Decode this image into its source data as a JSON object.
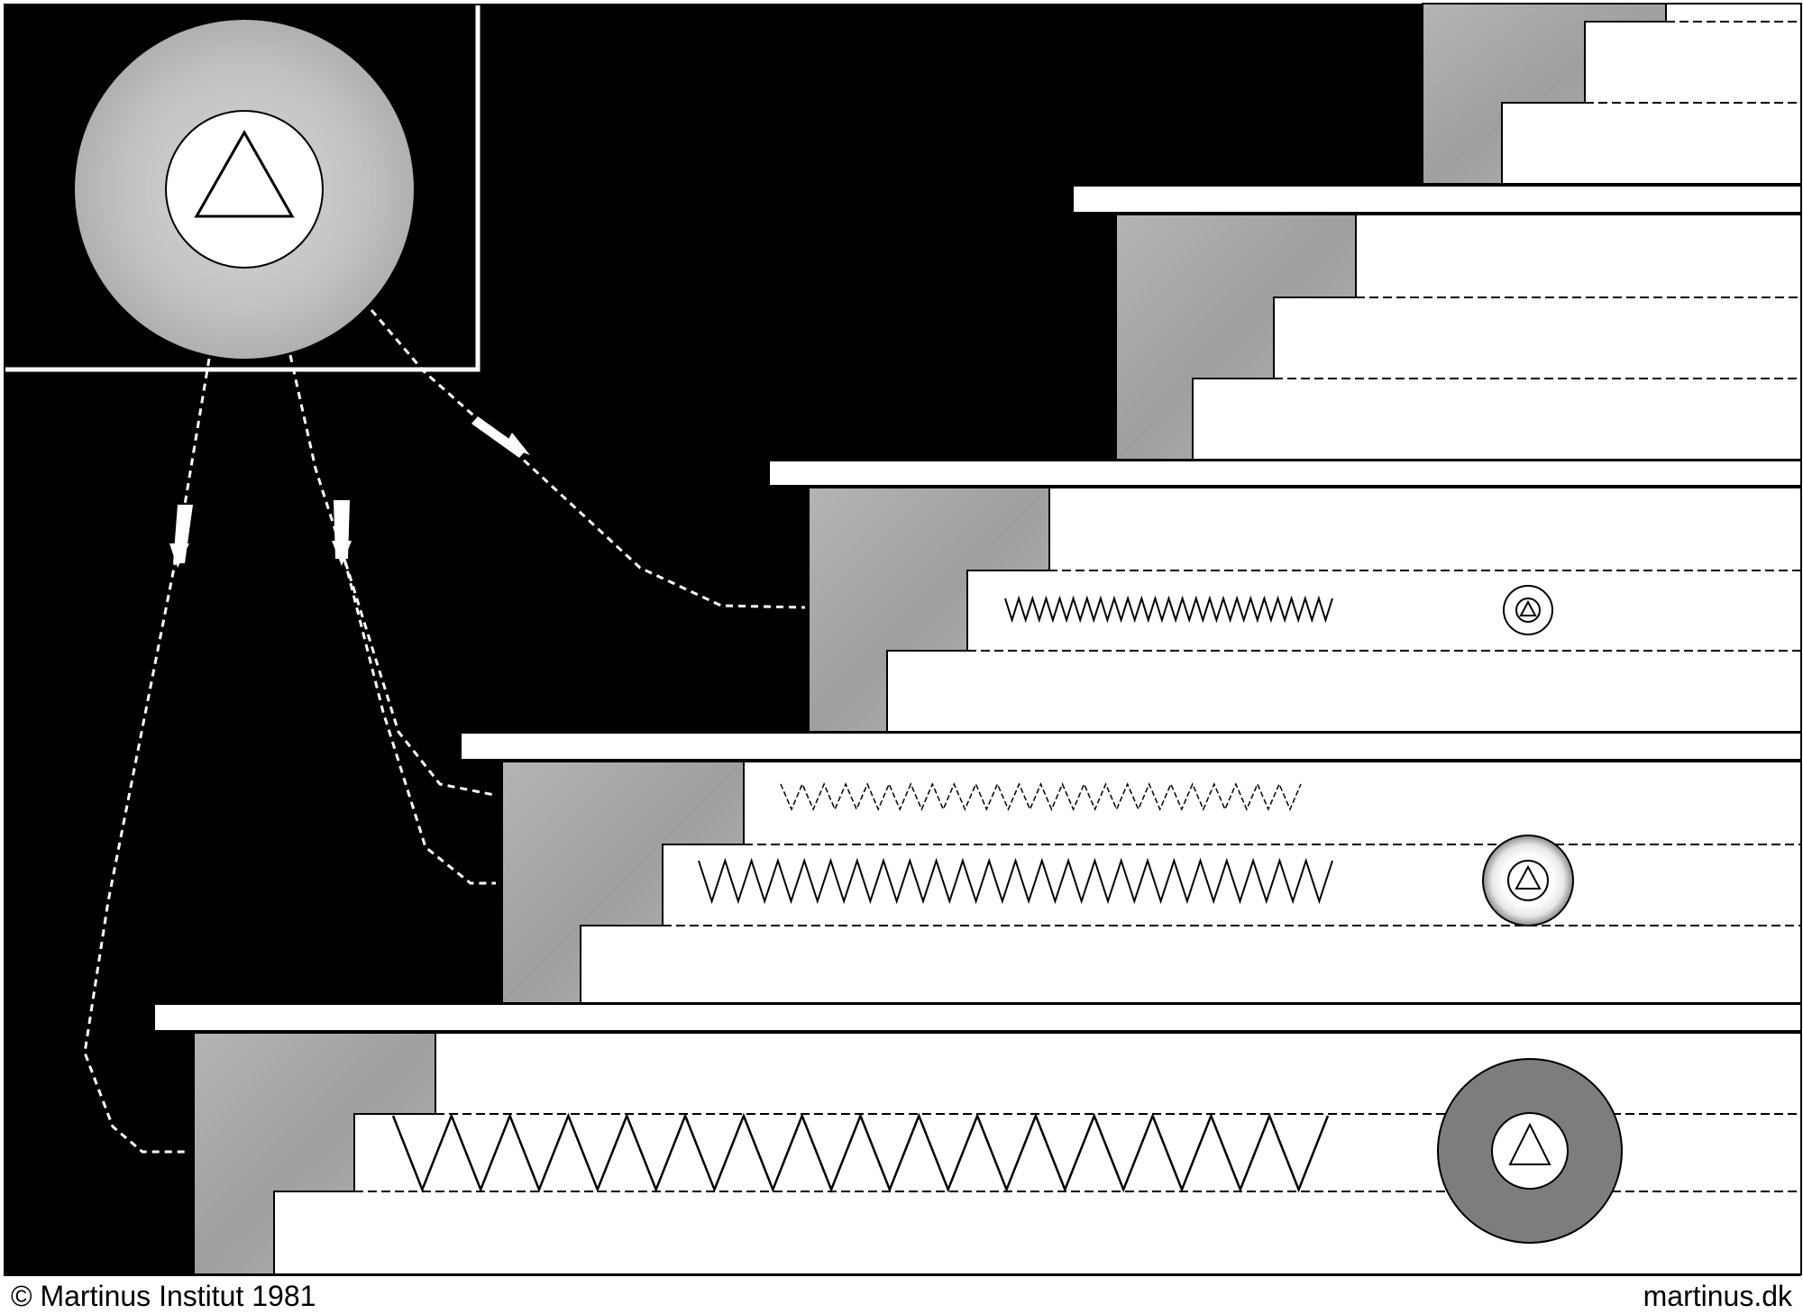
{
  "copyright": "© Martinus Institut 1981",
  "website": "martinus.dk",
  "colors": {
    "background": "#000000",
    "step": "#ffffff",
    "shaded": "#a9a9a9",
    "ring_dark": "#7d7d7d",
    "ring_light": "#bdbdbd",
    "line": "#000000",
    "dashed_path": "#ffffff"
  },
  "icons": [
    "triangle-in-circle-icon",
    "arrow-icon",
    "zigzag-wave"
  ]
}
